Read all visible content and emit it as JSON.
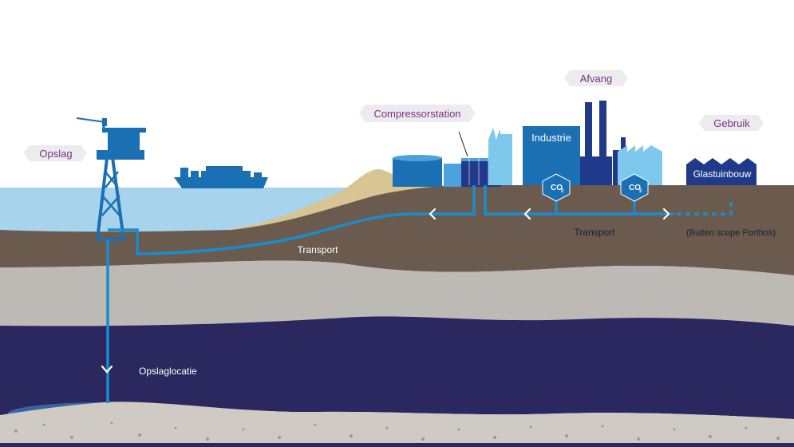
{
  "labels": {
    "opslag": "Opslag",
    "compressorstation": "Compressorstation",
    "afvang": "Afvang",
    "gebruik": "Gebruik",
    "industrie": "Industrie",
    "glastuinbouw": "Glastuinbouw",
    "transport_sea": "Transport",
    "transport_land": "Transport",
    "buiten_scope": "(Buiten scope Porthos)",
    "opslaglocatie": "Opslaglocatie",
    "co2_a": "CO",
    "co2_b": "CO",
    "co2_sub": "2"
  },
  "colors": {
    "sky": "#ffffff",
    "sea": "#a8d3ec",
    "sand": "#d8c594",
    "soil_brown": "#6b5a4e",
    "layer_grey": "#bdb9b5",
    "layer_navy": "#2a285f",
    "layer_gravel": "#cfcac3",
    "pipe": "#1a8ccd",
    "platform": "#1b6fb3",
    "industry_dark": "#1f3a8a",
    "industry_light": "#5bb7e5",
    "tag_bg": "#ececee",
    "tag_text": "#7a2f83"
  },
  "icons": [
    "co2-marker-icon",
    "flow-arrow-icon",
    "down-arrow-icon"
  ]
}
